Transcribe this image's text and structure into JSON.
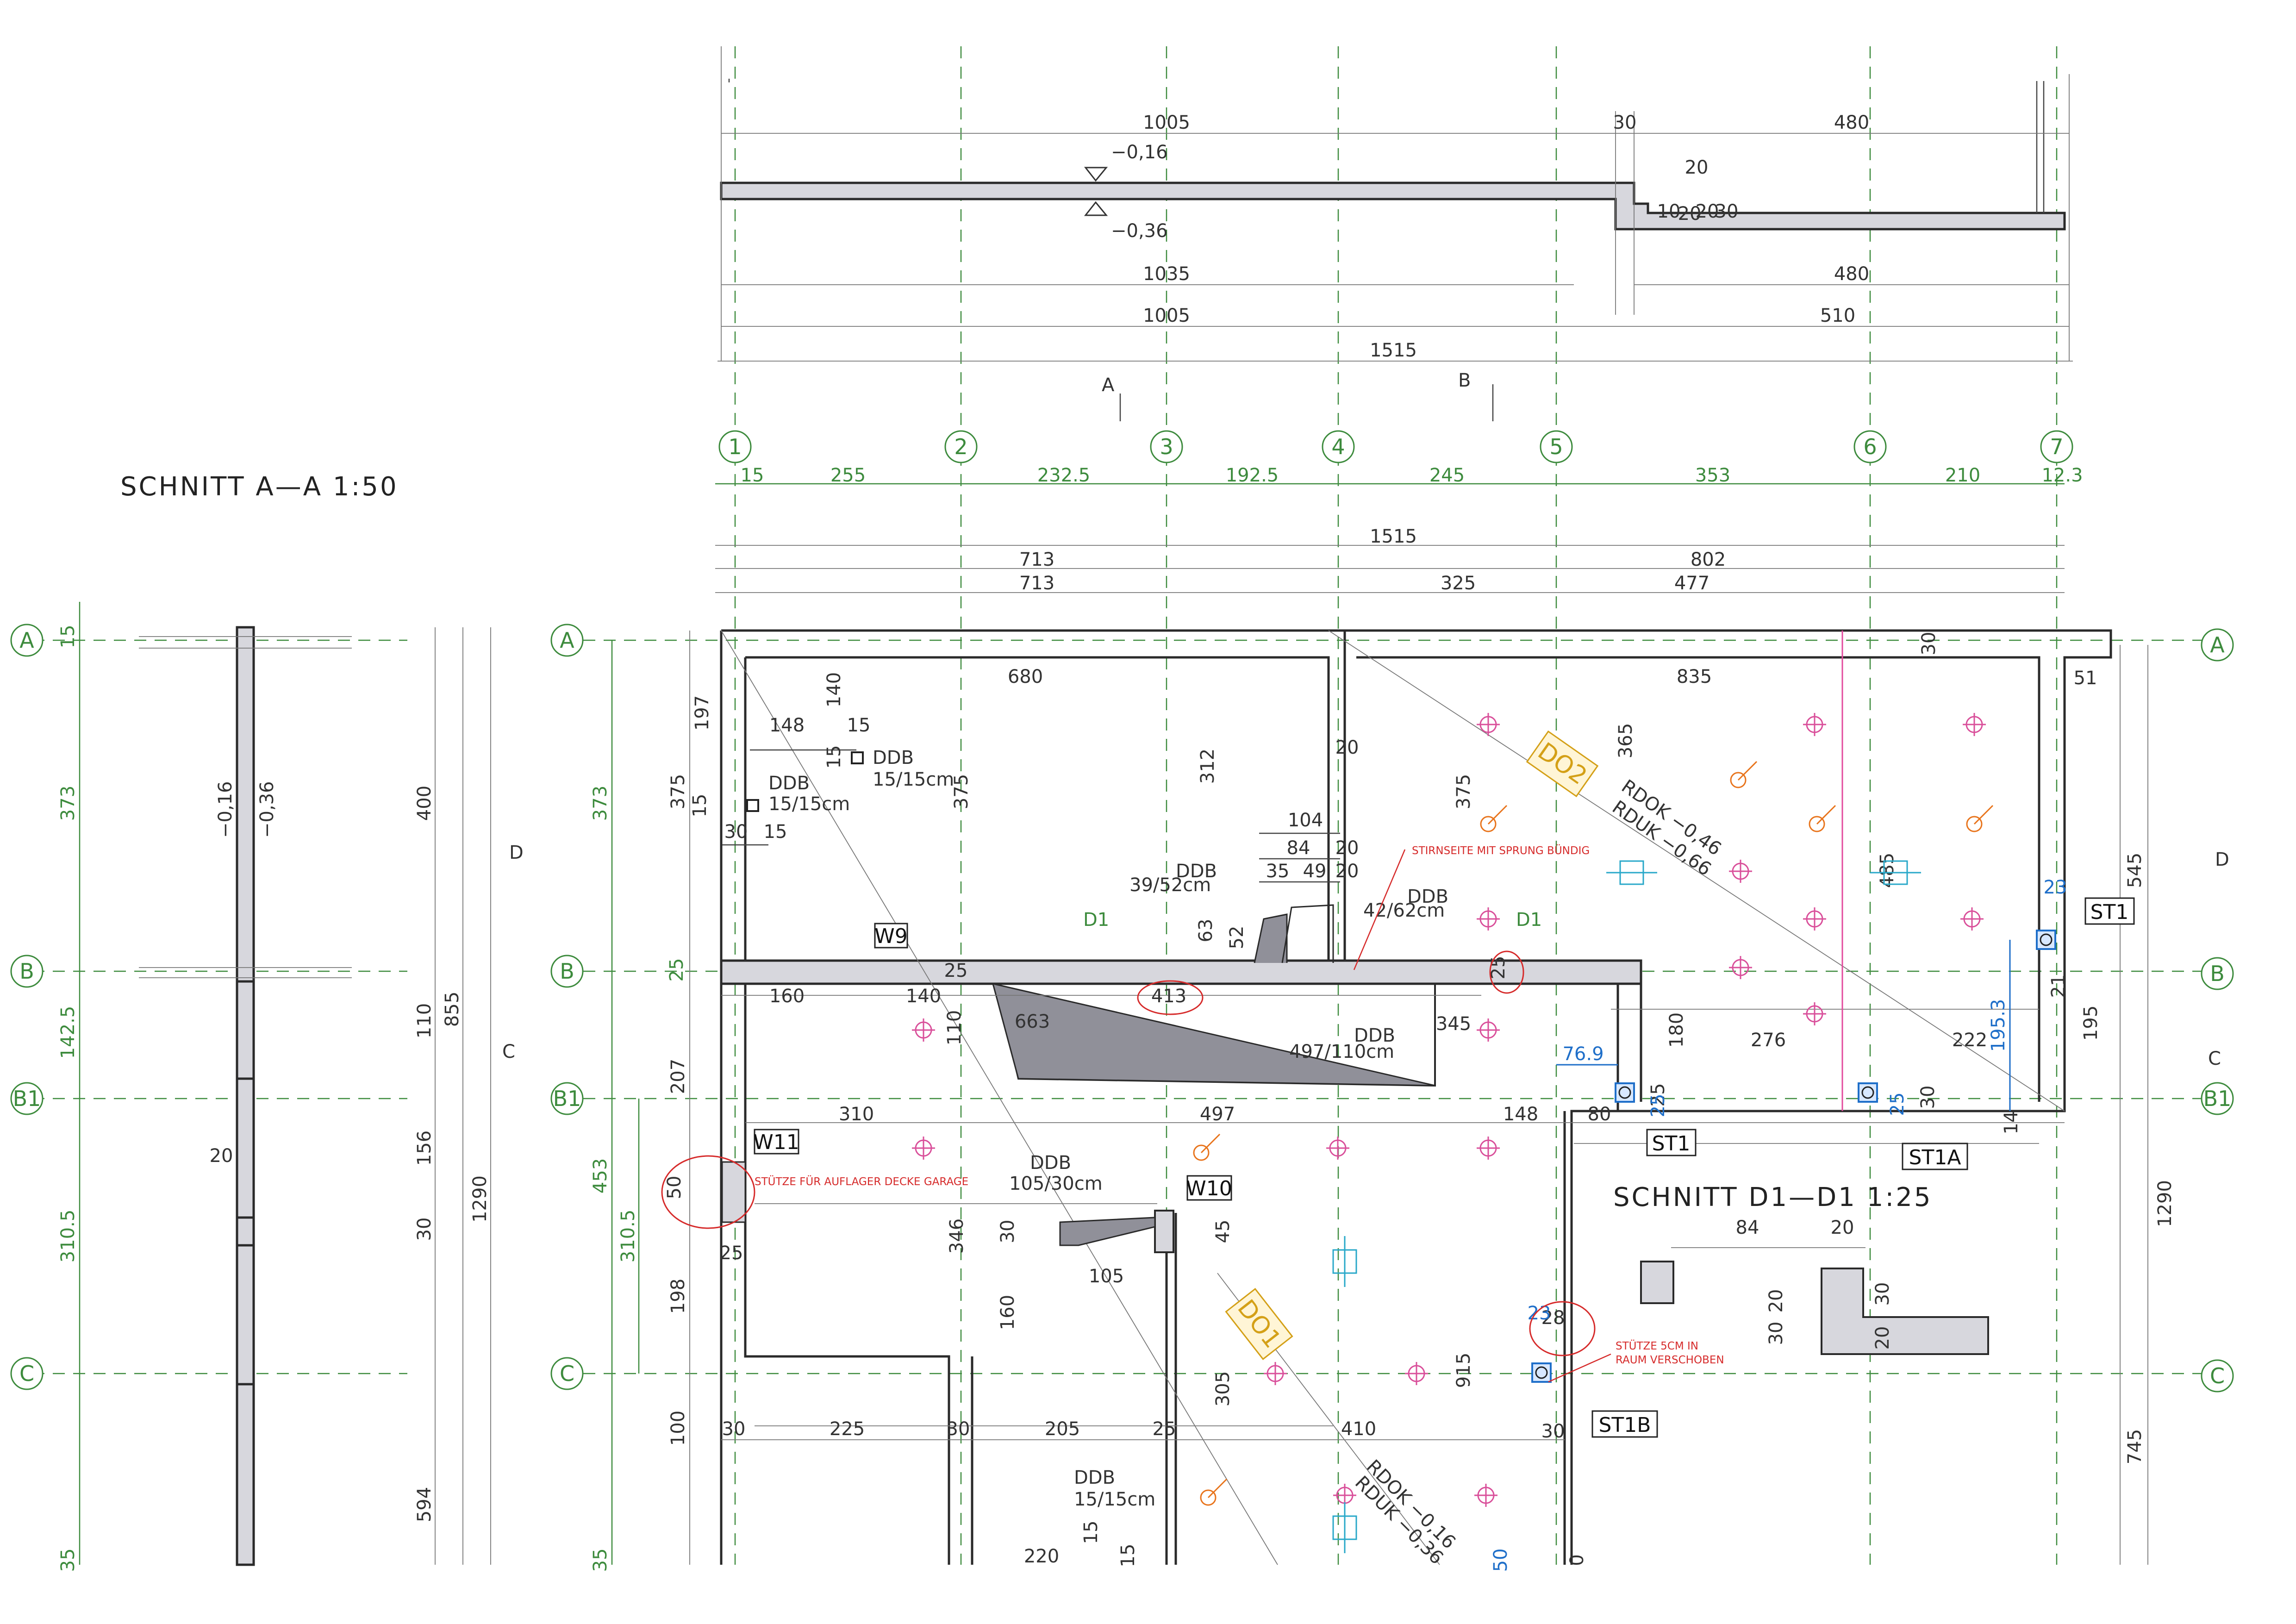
{
  "titles": {
    "section_aa": "SCHNITT A—A   1:50",
    "section_d1": "SCHNITT D1—D1   1:25"
  },
  "section_cut_markers": {
    "a": "A",
    "b": "B",
    "c": "C",
    "d": "D",
    "d1": "D1"
  },
  "axes_top": [
    "1",
    "2",
    "3",
    "4",
    "5",
    "6",
    "7"
  ],
  "axes_left": [
    "A",
    "B",
    "B1",
    "C"
  ],
  "axes_right": [
    "A",
    "B",
    "B1",
    "C"
  ],
  "top_section": {
    "level_upper": "−0,16",
    "level_lower": "−0,36",
    "dims_row1": [
      "1005",
      "30",
      "480"
    ],
    "dims_small": [
      "20",
      "10",
      "20",
      "20",
      "30"
    ],
    "dims_row2": [
      "1035",
      "480"
    ],
    "dims_row3": [
      "1005",
      "510"
    ],
    "dims_total": "1515"
  },
  "grid_dims": [
    "15",
    "255",
    "232.5",
    "192.5",
    "245",
    "353",
    "210",
    "12.3"
  ],
  "overall_dims": {
    "total": "1515",
    "left_a": "713",
    "right_a": "802",
    "left_b": "713",
    "mid_b": "325",
    "right_b": "477"
  },
  "section_aa_dims": {
    "green": [
      "15",
      "373",
      "142.5",
      "310.5",
      "35"
    ],
    "levels": [
      "−0,16",
      "−0,36"
    ],
    "wall": "20",
    "right": [
      "400",
      "110",
      "855",
      "156",
      "30",
      "1290",
      "594"
    ]
  },
  "plan_dims_left": [
    "373",
    "25",
    "453",
    "310.5",
    "35"
  ],
  "plan_dims_inner_left": [
    "375",
    "197",
    "207",
    "198",
    "100"
  ],
  "plan_dims": [
    "680",
    "835",
    "30",
    "51",
    "148",
    "15",
    "140",
    "15",
    "15",
    "30",
    "15",
    "375",
    "312",
    "20",
    "104",
    "84",
    "20",
    "35",
    "49",
    "20",
    "63",
    "52",
    "375",
    "365",
    "160",
    "140",
    "25",
    "663",
    "413",
    "110",
    "345",
    "25",
    "180",
    "276",
    "222",
    "310",
    "497",
    "148",
    "80",
    "25",
    "30",
    "14",
    "50",
    "25",
    "346",
    "30",
    "45",
    "105",
    "160",
    "305",
    "915",
    "28",
    "30",
    "225",
    "30",
    "205",
    "25",
    "410",
    "30",
    "220",
    "15",
    "15",
    "50",
    "0"
  ],
  "plan_dims_blue": [
    "76.9",
    "25",
    "23",
    "25",
    "195.3",
    "23",
    "21"
  ],
  "plan_dims_right": [
    "545",
    "485",
    "195",
    "1290",
    "745"
  ],
  "ddb_labels": [
    "DDB",
    "15/15cm",
    "DDB",
    "15/15cm",
    "DDB",
    "39/52cm",
    "DDB",
    "42/62cm",
    "DDB",
    "497/110cm",
    "DDB",
    "105/30cm",
    "DDB",
    "15/15cm"
  ],
  "slab_levels": {
    "rdok_a": "RDOK −0,46",
    "rduk_a": "RDUK −0,66",
    "rdok_b": "RDOK −0,16",
    "rduk_b": "RDUK −0,36"
  },
  "callouts": [
    "W9",
    "W10",
    "W11",
    "ST1",
    "ST1",
    "ST1A",
    "ST1B"
  ],
  "tags": [
    "DO2",
    "DO1"
  ],
  "notes": {
    "stirnseite": "STIRNSEITE MIT SPRUNG BÜNDIG",
    "stuetze_garage": "STÜTZE FÜR AUFLAGER DECKE GARAGE",
    "stuetze_5cm_1": "STÜTZE 5CM IN",
    "stuetze_5cm_2": "RAUM VERSCHOBEN"
  },
  "section_d1_dims": [
    "84",
    "20",
    "20",
    "30",
    "30",
    "20"
  ]
}
